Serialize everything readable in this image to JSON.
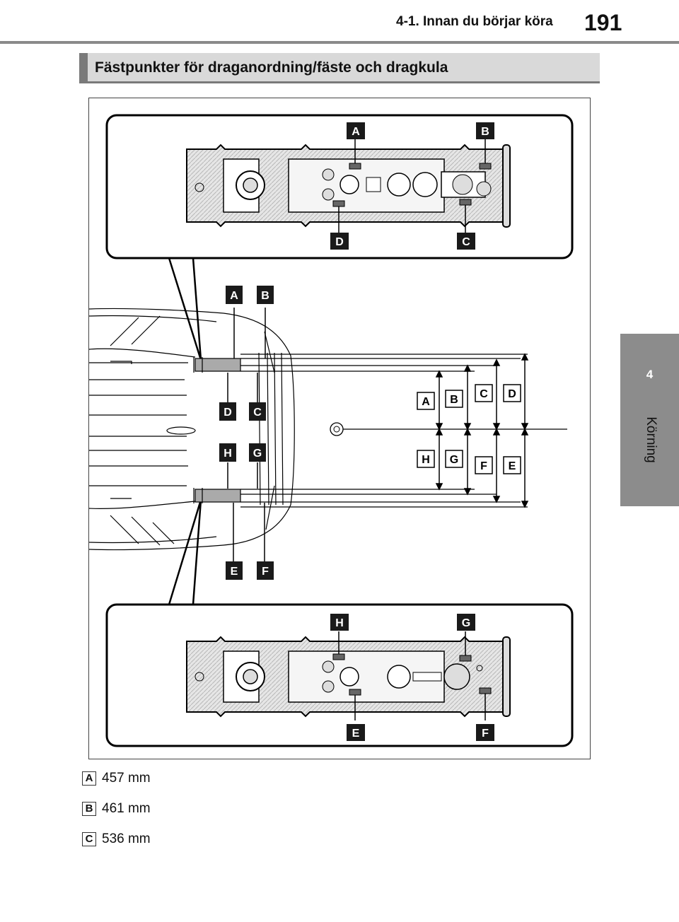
{
  "header": {
    "section_title": "4-1. Innan du börjar köra",
    "page_number": "191"
  },
  "side_tab": {
    "chapter_number": "4",
    "chapter_label": "Körning"
  },
  "section": {
    "heading": "Fästpunkter för draganordning/fäste och dragkula"
  },
  "figure": {
    "top_detail_labels": {
      "upper": [
        "A",
        "B"
      ],
      "lower": [
        "D",
        "C"
      ]
    },
    "center_labels": {
      "upper_arrows": [
        "A",
        "B"
      ],
      "upper_rails": [
        "D",
        "C"
      ],
      "lower_rails": [
        "H",
        "G"
      ],
      "lower_arrows": [
        "E",
        "F"
      ],
      "dim_upper": [
        "A",
        "B",
        "C",
        "D"
      ],
      "dim_lower": [
        "H",
        "G",
        "F",
        "E"
      ]
    },
    "bottom_detail_labels": {
      "upper": [
        "H",
        "G"
      ],
      "lower": [
        "E",
        "F"
      ]
    }
  },
  "legend": [
    {
      "key": "A",
      "value": "457 mm"
    },
    {
      "key": "B",
      "value": "461 mm"
    },
    {
      "key": "C",
      "value": "536 mm"
    }
  ]
}
